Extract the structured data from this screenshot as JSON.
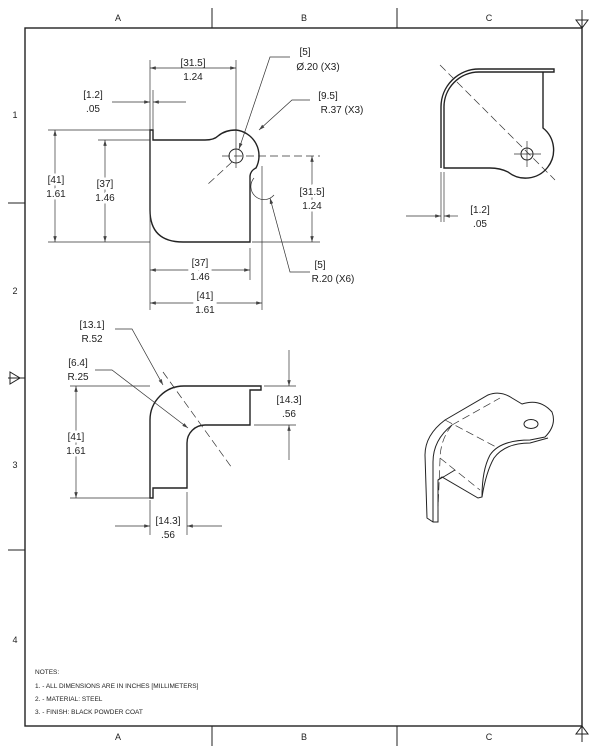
{
  "sheet": {
    "columns": [
      "A",
      "B",
      "C"
    ],
    "rows": [
      "1",
      "2",
      "3",
      "4"
    ]
  },
  "flat_view": {
    "hole": {
      "mm": "[5]",
      "in": "Ø.20 (X3)"
    },
    "lug_radius": {
      "mm": "[9.5]",
      "in": "R.37  (X3)"
    },
    "top_width": {
      "mm": "[31.5]",
      "in": "1.24"
    },
    "thickness": {
      "mm": "[1.2]",
      "in": ".05"
    },
    "height_outer": {
      "mm": "[41]",
      "in": "1.61"
    },
    "height_inner": {
      "mm": "[37]",
      "in": "1.46"
    },
    "hole_height": {
      "mm": "[31.5]",
      "in": "1.24"
    },
    "notch_radius": {
      "mm": "[5]",
      "in": "R.20 (X6)"
    },
    "width_inner": {
      "mm": "[37]",
      "in": "1.46"
    },
    "width_outer": {
      "mm": "[41]",
      "in": "1.61"
    }
  },
  "side_view": {
    "outer_radius": {
      "mm": "[13.1]",
      "in": "R.52"
    },
    "inner_radius": {
      "mm": "[6.4]",
      "in": "R.25"
    },
    "height": {
      "mm": "[41]",
      "in": "1.61"
    },
    "flange_right": {
      "mm": "[14.3]",
      "in": ".56"
    },
    "flange_bottom": {
      "mm": "[14.3]",
      "in": ".56"
    }
  },
  "top_view": {
    "thickness": {
      "mm": "[1.2]",
      "in": ".05"
    }
  },
  "notes": {
    "title": "NOTES:",
    "items": [
      "1. - ALL DIMENSIONS ARE IN INCHES [MILLIMETERS]",
      "2. - MATERIAL: STEEL",
      "3. - FINISH: BLACK POWDER COAT"
    ]
  }
}
